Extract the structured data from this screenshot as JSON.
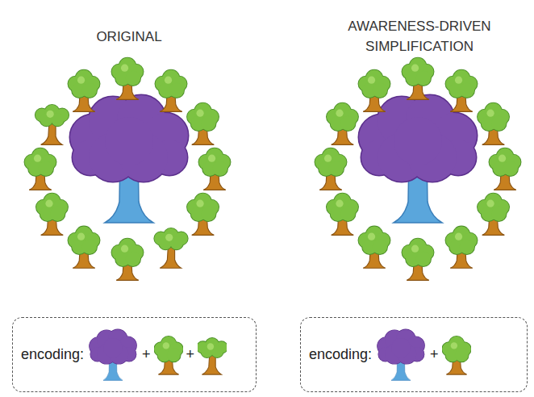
{
  "diagram": {
    "nodes": [
      {
        "text": [
          "encoding:",
          "+",
          "+"
        ]
      },
      {
        "text": [
          "encoding:",
          "+"
        ]
      }
    ],
    "labels": [
      "ORIGINAL",
      "AWARENESS-DRIVEN SIMPLIFICATION"
    ]
  }
}
